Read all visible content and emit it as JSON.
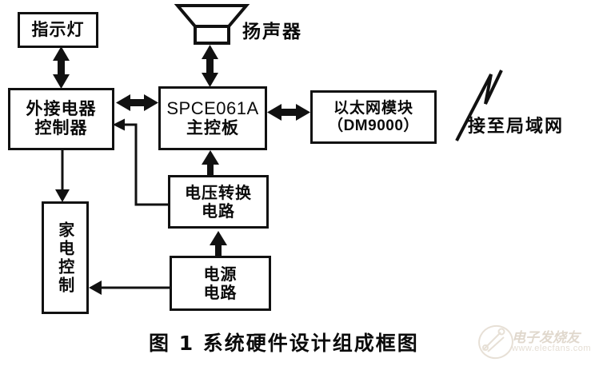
{
  "figure": {
    "caption": "图 1 系统硬件设计组成框图",
    "type": "block-diagram"
  },
  "blocks": {
    "indicator": {
      "label": "指示灯"
    },
    "ext_ctrl": {
      "line1": "外接电器",
      "line2": "控制器"
    },
    "mcu": {
      "line1": "SPCE061A",
      "line2": "主控板"
    },
    "ethernet": {
      "line1": "以太网模块",
      "line2": "（DM9000）"
    },
    "volt_conv": {
      "line1": "电压转换",
      "line2": "电路"
    },
    "power": {
      "line1": "电源",
      "line2": "电路"
    },
    "home_ctrl": {
      "label": "家电控制"
    }
  },
  "labels": {
    "speaker": "扬声器",
    "lan": "接至局域网"
  },
  "icons": {
    "speaker": "speaker-icon",
    "lightning": "lightning-bolt-icon"
  },
  "connections": [
    {
      "from": "ext_ctrl",
      "to": "indicator",
      "style": "double-arrow",
      "direction": "vertical"
    },
    {
      "from": "mcu",
      "to": "speaker",
      "style": "double-arrow",
      "direction": "vertical"
    },
    {
      "from": "ext_ctrl",
      "to": "mcu",
      "style": "double-arrow",
      "direction": "horizontal"
    },
    {
      "from": "mcu",
      "to": "ethernet",
      "style": "double-arrow",
      "direction": "horizontal"
    },
    {
      "from": "volt_conv",
      "to": "mcu",
      "style": "single-arrow",
      "direction": "up"
    },
    {
      "from": "volt_conv",
      "to": "ext_ctrl",
      "style": "single-arrow",
      "direction": "routed-left"
    },
    {
      "from": "power",
      "to": "volt_conv",
      "style": "single-arrow",
      "direction": "up"
    },
    {
      "from": "power",
      "to": "home_ctrl",
      "style": "single-arrow",
      "direction": "left"
    },
    {
      "from": "ext_ctrl",
      "to": "home_ctrl",
      "style": "single-arrow",
      "direction": "down"
    }
  ],
  "watermark": {
    "text": "电子发烧友",
    "url": "www.elecfans.com"
  },
  "colors": {
    "ink": "#111111",
    "background": "#ffffff",
    "watermark": "#c8b9a6"
  }
}
